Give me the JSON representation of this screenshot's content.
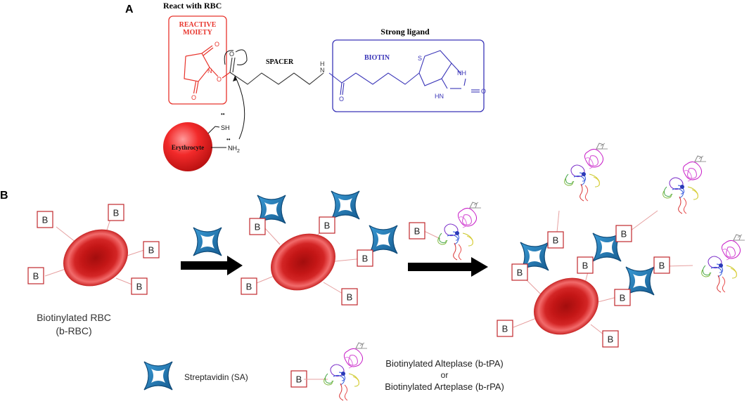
{
  "panel_a": {
    "label": "A",
    "title": "React with RBC",
    "reactive_box": {
      "line1": "REACTIVE",
      "line2": "MOIETY",
      "color": "#e8342c"
    },
    "ligand_title": "Strong ligand",
    "biotin_box": {
      "label": "BIOTIN",
      "color": "#3a35b8"
    },
    "spacer_label": "SPACER",
    "atoms": {
      "o_ring_top": "O",
      "o_ring_bottom": "O",
      "n_ring": "N",
      "o_link": "O",
      "o_carbonyl": "O",
      "n_amide": "N",
      "h_amide": "H",
      "o_amide": "O",
      "s_ring": "S",
      "nh_right": "NH",
      "hn_left": "HN",
      "o_urea": "O"
    },
    "cell_label": "Erythrocyte",
    "sh_label": "SH",
    "nh2_label": "NH",
    "nh2_sub": "2",
    "lone_pairs": "••"
  },
  "panel_b": {
    "label": "B",
    "b_tag": "B",
    "rbc_label_line1": "Biotinylated RBC",
    "rbc_label_line2": "(b-RBC)"
  },
  "legend": {
    "sa_label": "Streptavidin (SA)",
    "b_tag": "B",
    "enzyme_line1": "Biotinylated Alteplase (b-tPA)",
    "enzyme_or": "or",
    "enzyme_line2": "Biotinylated Arteplase (b-rPA)"
  },
  "colors": {
    "reactive": "#e8342c",
    "biotin": "#3a35b8",
    "tag_border": "#c0282d",
    "streptavidin": "#1f74b5",
    "rbc": "#d61f1f",
    "arrow": "#000000"
  }
}
